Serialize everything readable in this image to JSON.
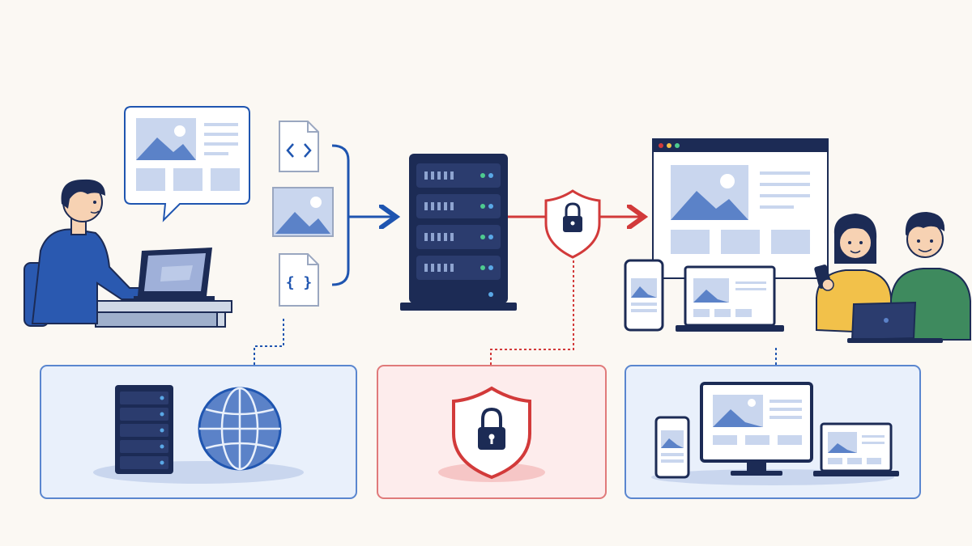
{
  "colors": {
    "background": "#fbf8f3",
    "navy": "#1c2b55",
    "blue": "#1f55b0",
    "blue_mid": "#5b82c8",
    "blue_light": "#c9d6ee",
    "blue_panel": "#e9f0fb",
    "blue_panel_border": "#5a86cf",
    "red": "#d23a3a",
    "red_panel": "#fdecec",
    "red_panel_border": "#e07a7a",
    "skin": "#f7d2b3",
    "shirt_blue": "#2a59b0",
    "shirt_yellow": "#f2c14a",
    "shirt_green": "#3e8a5e",
    "server_light_green": "#4ecb8f",
    "server_light_blue": "#5aa8e6"
  },
  "scene": {
    "developer": {
      "icons": [
        "person-icon",
        "laptop-icon",
        "desk-icon",
        "chair-icon"
      ]
    },
    "speech_bubble": {
      "icons": [
        "image-placeholder-icon",
        "text-lines-icon"
      ]
    },
    "files": {
      "icons": [
        "code-file-icon",
        "image-file-icon",
        "json-file-icon"
      ]
    },
    "server": {
      "icons": [
        "server-rack-icon"
      ]
    },
    "security": {
      "icons": [
        "shield-lock-icon"
      ]
    },
    "website": {
      "icons": [
        "browser-window-icon",
        "phone-icon",
        "laptop-icon"
      ]
    },
    "users": {
      "icons": [
        "woman-with-phone-icon",
        "man-with-laptop-icon"
      ]
    }
  },
  "panels": [
    {
      "id": "hosting",
      "theme": "blue",
      "icons": [
        "server-icon",
        "globe-icon"
      ]
    },
    {
      "id": "security",
      "theme": "red",
      "icons": [
        "shield-lock-icon"
      ]
    },
    {
      "id": "responsive",
      "theme": "blue",
      "icons": [
        "phone-icon",
        "monitor-icon",
        "laptop-icon"
      ]
    }
  ]
}
